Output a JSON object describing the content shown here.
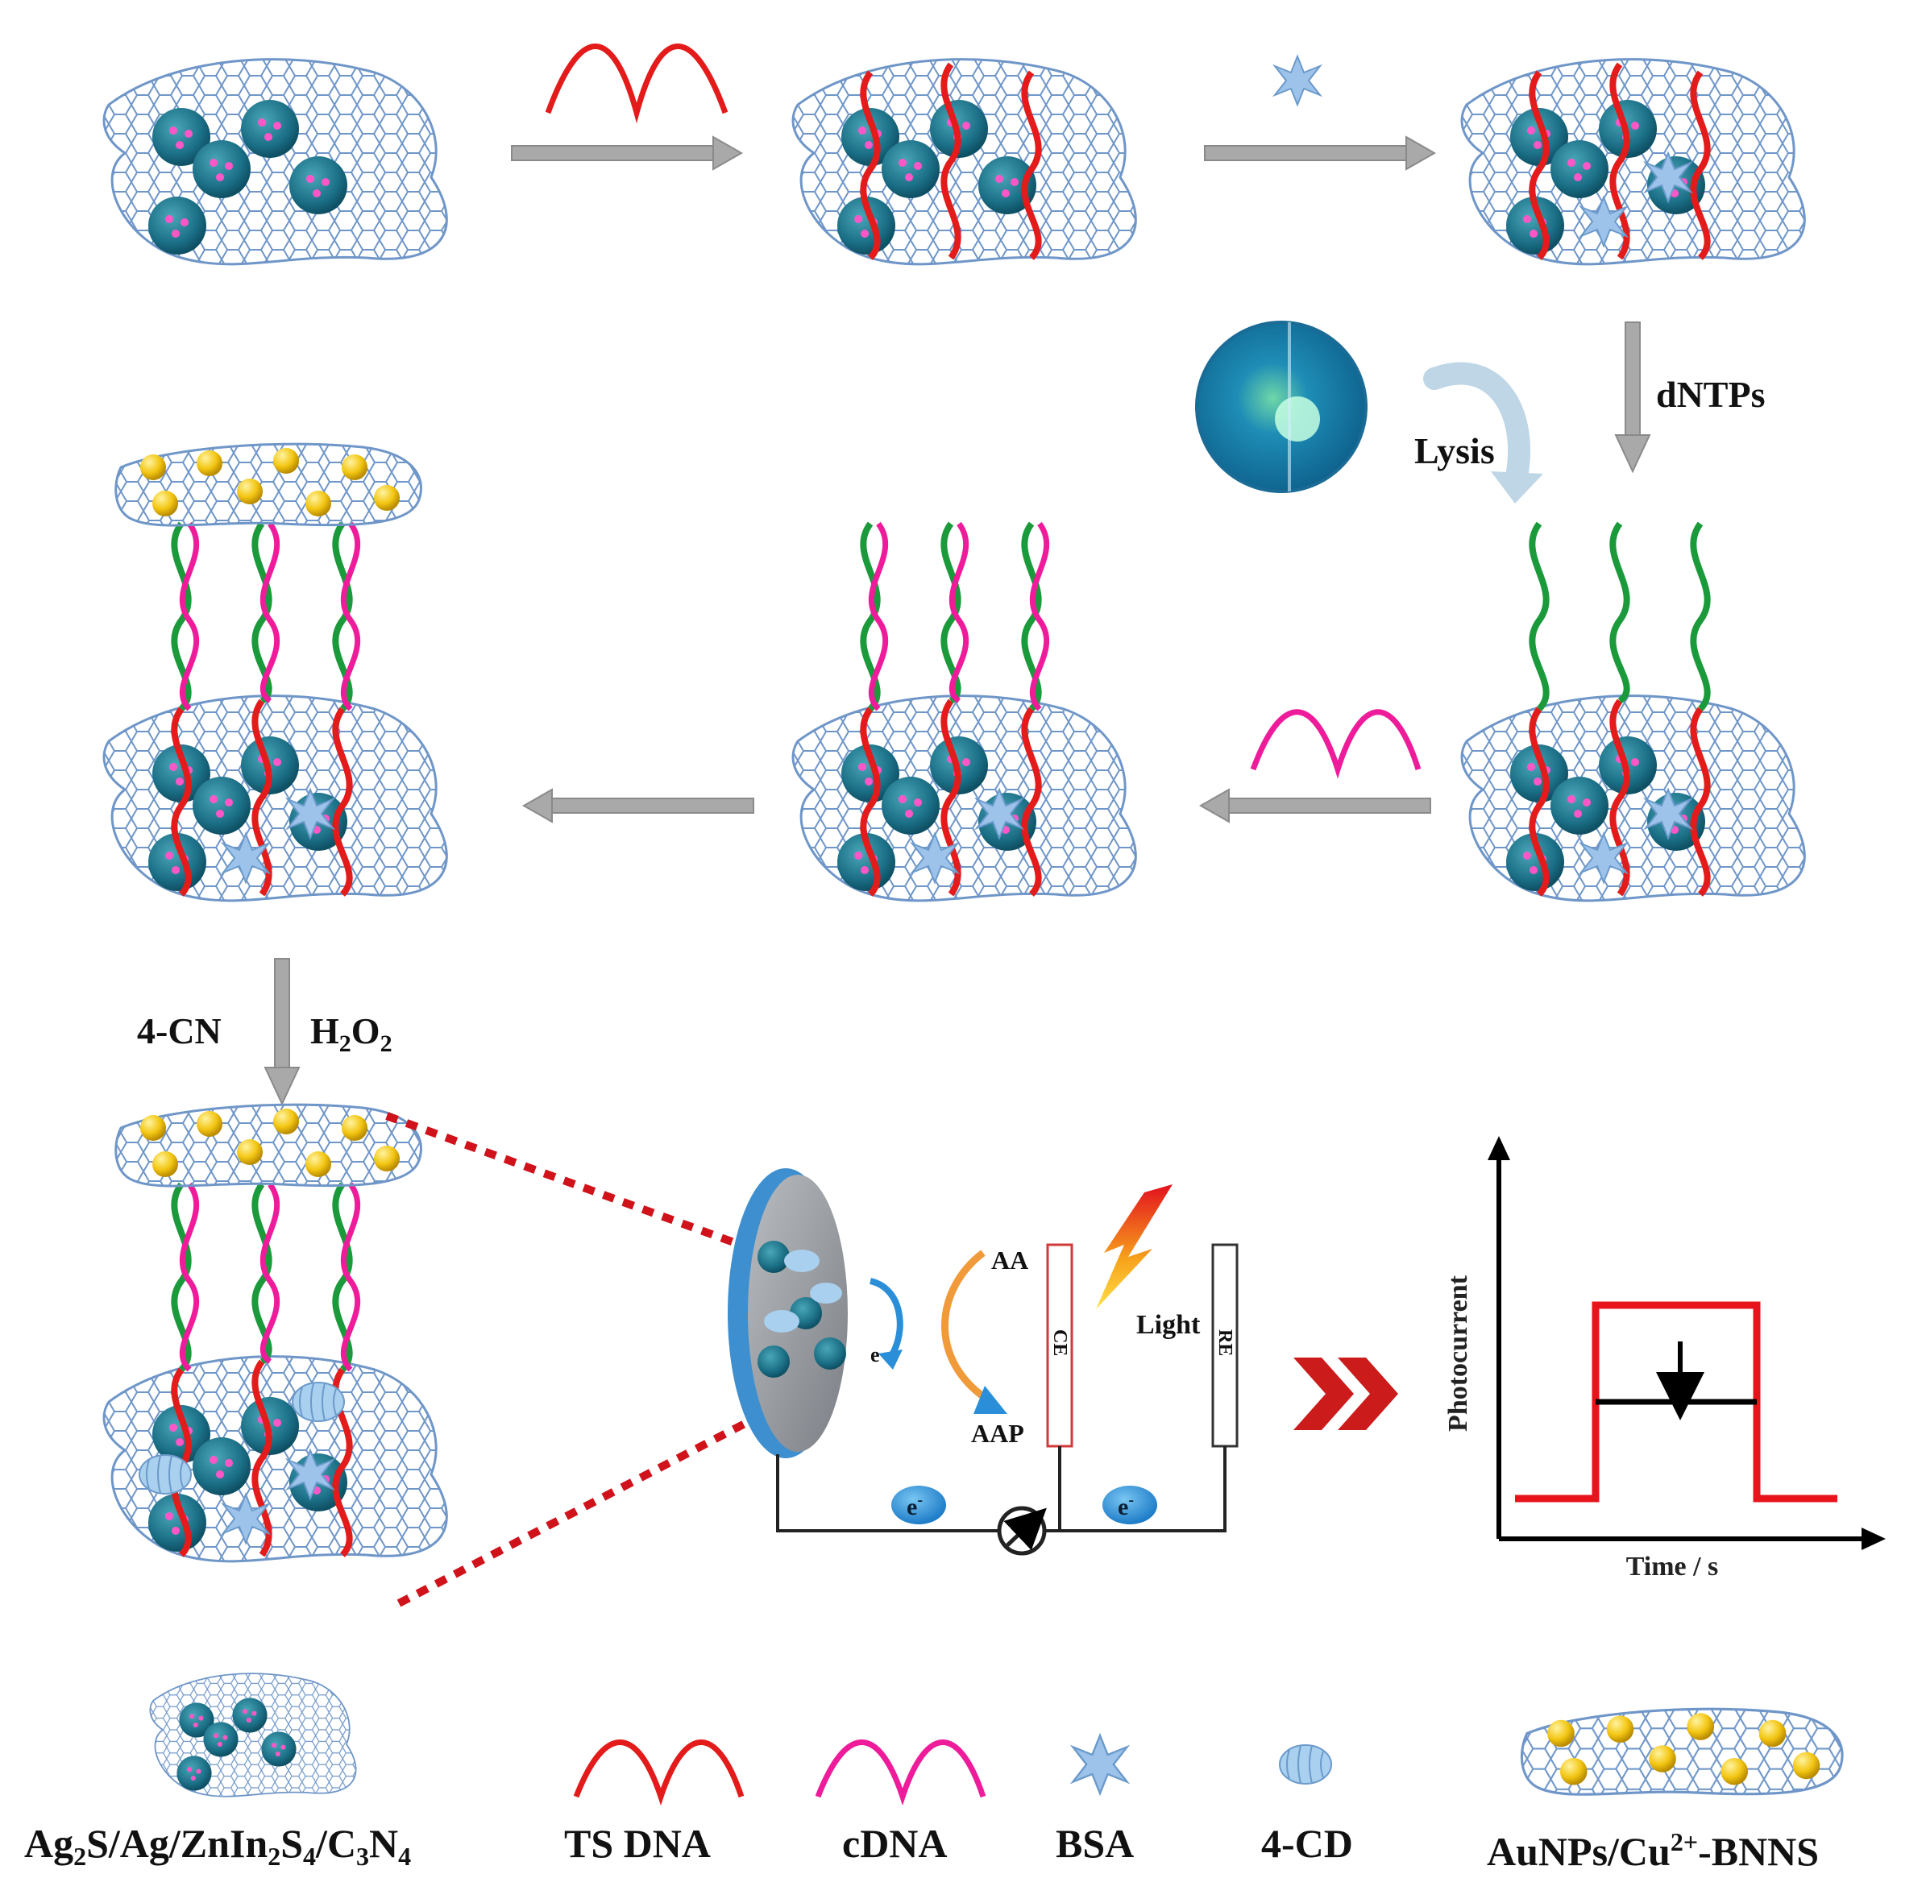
{
  "step_labels": {
    "dntps": "dNTPs",
    "lysis": "Lysis",
    "reagent_a": "4-CN",
    "reagent_b_main": "H",
    "reagent_b_sub1": "2",
    "reagent_b_mid": "O",
    "reagent_b_sub2": "2"
  },
  "pec_cell": {
    "aa": "AA",
    "aap": "AAP",
    "electron": "e",
    "ce": "CE",
    "re": "RE",
    "light": "Light"
  },
  "photocurrent_chart": {
    "ylabel": "Photocurrent",
    "xlabel": "Time / s"
  },
  "chart_data": {
    "type": "line",
    "title": "",
    "xlabel": "Time / s",
    "ylabel": "Photocurrent",
    "series": [
      {
        "x": [
          0,
          1,
          1,
          3,
          3,
          4
        ],
        "y": [
          0,
          0,
          2,
          2,
          0,
          0
        ]
      },
      {
        "x": [
          1,
          3
        ],
        "y": [
          1,
          1
        ]
      }
    ],
    "xlim": [
      0,
      4
    ],
    "ylim": [
      0,
      3
    ],
    "grid": false,
    "colors": [
      "#e8141c",
      "#000000"
    ]
  },
  "legend": {
    "composite_a": "Ag",
    "composite_a_s1": "2",
    "composite_b": "S/Ag/ZnIn",
    "composite_b_s2": "2",
    "composite_c": "S",
    "composite_c_s3": "4",
    "composite_d": "/C",
    "composite_d_s4": "3",
    "composite_e": "N",
    "composite_e_s5": "4",
    "ts_dna": "TS DNA",
    "cdna": "cDNA",
    "bsa": "BSA",
    "cd": "4-CD",
    "aunps_a": "AuNPs/Cu",
    "aunps_sup": "2+",
    "aunps_b": "-BNNS"
  },
  "colors": {
    "ts_dna": "#e31b1b",
    "cdna": "#ee1c9a",
    "target": "#1a9a3a",
    "particle": "#1e7a8f",
    "sheet": "#6f96c8",
    "gold": "#f6cf1a",
    "arrow": "#9a9a9a"
  }
}
